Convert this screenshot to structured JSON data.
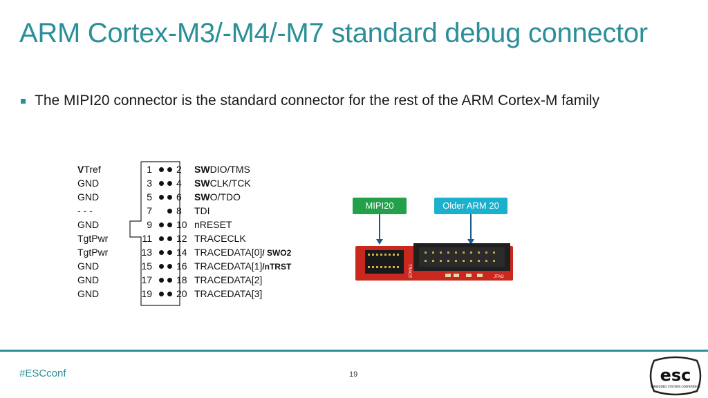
{
  "title": "ARM Cortex-M3/-M4/-M7 standard debug connector",
  "bullet": "The MIPI20 connector is the standard connector for the rest of the ARM Cortex-M family",
  "connector": {
    "rows": [
      {
        "left_label": "VTref",
        "odd": "1",
        "even": "2",
        "right_bold": "SW",
        "right_rest": "DIO/TMS",
        "odd_pin_present": true
      },
      {
        "left_label": "GND",
        "odd": "3",
        "even": "4",
        "right_bold": "SW",
        "right_rest": "CLK/TCK",
        "odd_pin_present": true
      },
      {
        "left_label": "GND",
        "odd": "5",
        "even": "6",
        "right_bold": "SW",
        "right_rest": "O/TDO",
        "odd_pin_present": true
      },
      {
        "left_label": "- - -",
        "odd": "7",
        "even": "8",
        "right_bold": "",
        "right_rest": "TDI",
        "odd_pin_present": false
      },
      {
        "left_label": "GND",
        "odd": "9",
        "even": "10",
        "right_bold": "",
        "right_rest": "nRESET",
        "odd_pin_present": true
      },
      {
        "left_label": "TgtPwr",
        "odd": "11",
        "even": "12",
        "right_bold": "",
        "right_rest": "TRACECLK",
        "odd_pin_present": true
      },
      {
        "left_label": "TgtPwr",
        "odd": "13",
        "even": "14",
        "right_bold": "",
        "right_rest": "TRACEDATA[0]",
        "right_suffix": "/ SWO2",
        "odd_pin_present": true
      },
      {
        "left_label": "GND",
        "odd": "15",
        "even": "16",
        "right_bold": "",
        "right_rest": "TRACEDATA[1]",
        "right_suffix": "/nTRST",
        "odd_pin_present": true
      },
      {
        "left_label": "GND",
        "odd": "17",
        "even": "18",
        "right_bold": "",
        "right_rest": "TRACEDATA[2]",
        "odd_pin_present": true
      },
      {
        "left_label": "GND",
        "odd": "19",
        "even": "20",
        "right_bold": "",
        "right_rest": "TRACEDATA[3]",
        "odd_pin_present": true
      }
    ]
  },
  "callouts": {
    "mipi20": "MIPI20",
    "older": "Older ARM 20",
    "mipi20_color": "#22a04a",
    "older_color": "#1bb0cc"
  },
  "board": {
    "trace_label": "TRACE",
    "jtag_label": "JTAG",
    "board_color": "#c8281e"
  },
  "footer": {
    "hashtag": "#ESCconf",
    "page": "19",
    "accent": "#2a8f99"
  },
  "logo": {
    "text": "esc",
    "subtext": "EMBEDDED SYSTEMS CONFERENCE"
  }
}
